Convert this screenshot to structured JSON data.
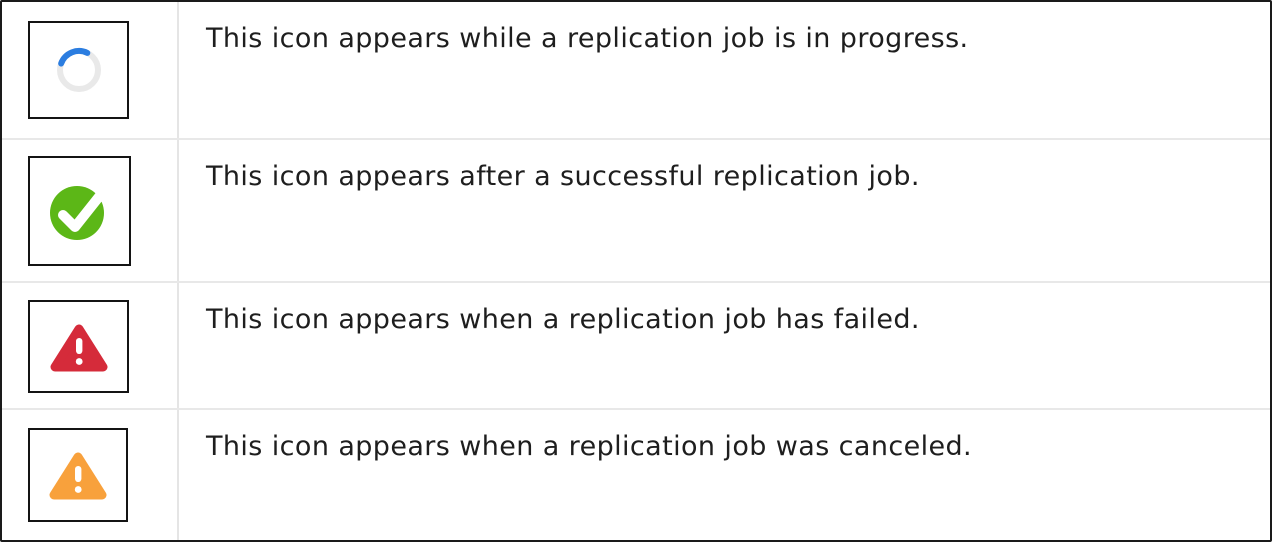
{
  "table": {
    "rows": [
      {
        "icon": "spinner-in-progress-icon",
        "description": "This icon appears while a replication job is in progress."
      },
      {
        "icon": "success-check-icon",
        "description": "This icon appears after a successful replication job."
      },
      {
        "icon": "failed-warning-icon",
        "description": "This icon appears when a replication job has failed."
      },
      {
        "icon": "canceled-warning-icon",
        "description": "This icon appears when a replication job was canceled."
      }
    ]
  },
  "colors": {
    "spinner_blue": "#2B7DE0",
    "spinner_track": "#E9E9E9",
    "success_green": "#5CB717",
    "failed_red": "#D52B3A",
    "canceled_orange": "#F8A13C",
    "icon_mark_white": "#FFFFFF",
    "frame_border": "#1A1A1A",
    "separator_gray": "#E8E8E8",
    "text": "#1E1E1E"
  }
}
